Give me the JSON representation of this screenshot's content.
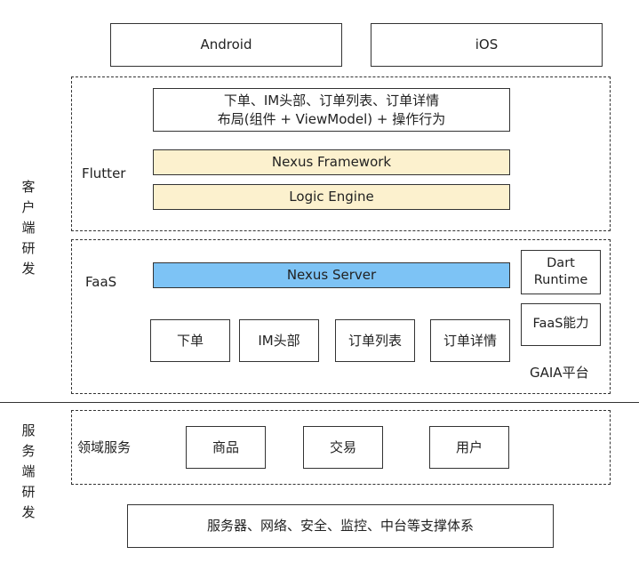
{
  "platforms": {
    "android": "Android",
    "ios": "iOS"
  },
  "client": {
    "side_label": [
      "客",
      "户",
      "端",
      "研",
      "发"
    ],
    "flutter": {
      "label": "Flutter",
      "business_line1": "下单、IM头部、订单列表、订单详情",
      "business_line2": "布局(组件 + ViewModel) + 操作行为",
      "framework": "Nexus Framework",
      "engine": "Logic Engine"
    },
    "faas": {
      "label": "FaaS",
      "server": "Nexus Server",
      "runtime_line1": "Dart",
      "runtime_line2": "Runtime",
      "capability": "FaaS能力",
      "platform": "GAIA平台",
      "functions": [
        "下单",
        "IM头部",
        "订单列表",
        "订单详情"
      ]
    }
  },
  "server": {
    "side_label": [
      "服",
      "务",
      "端",
      "研",
      "发"
    ],
    "domain": {
      "label": "领域服务",
      "services": [
        "商品",
        "交易",
        "用户"
      ]
    },
    "infrastructure": "服务器、网络、安全、监控、中台等支撑体系"
  },
  "colors": {
    "framework_fill": "#fcf1ce",
    "server_fill": "#7dc3f5",
    "border": "#333333"
  }
}
